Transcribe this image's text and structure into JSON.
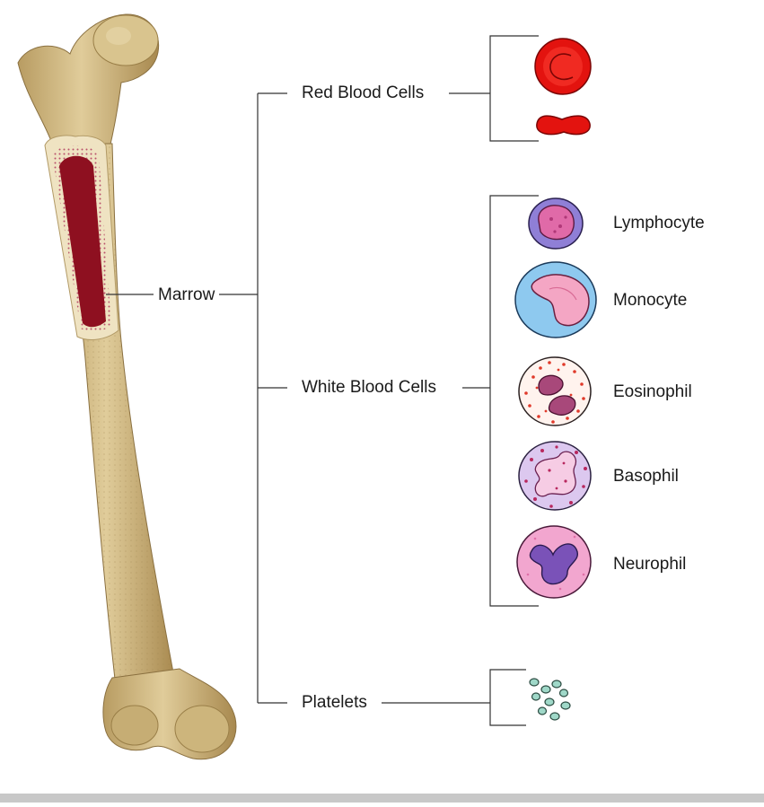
{
  "diagram": {
    "marrow_label": "Marrow",
    "branches": {
      "red_blood_cells": "Red Blood Cells",
      "white_blood_cells": "White Blood Cells",
      "platelets": "Platelets"
    },
    "white_cell_types": [
      {
        "label": "Lymphocyte"
      },
      {
        "label": "Monocyte"
      },
      {
        "label": "Eosinophil"
      },
      {
        "label": "Basophil"
      },
      {
        "label": "Neurophil"
      }
    ]
  },
  "colors": {
    "bone": "#d6c08c",
    "bone_shadow": "#a88a52",
    "marrow": "#8e1020",
    "red_cell": "#e3130f",
    "line": "#333333"
  }
}
